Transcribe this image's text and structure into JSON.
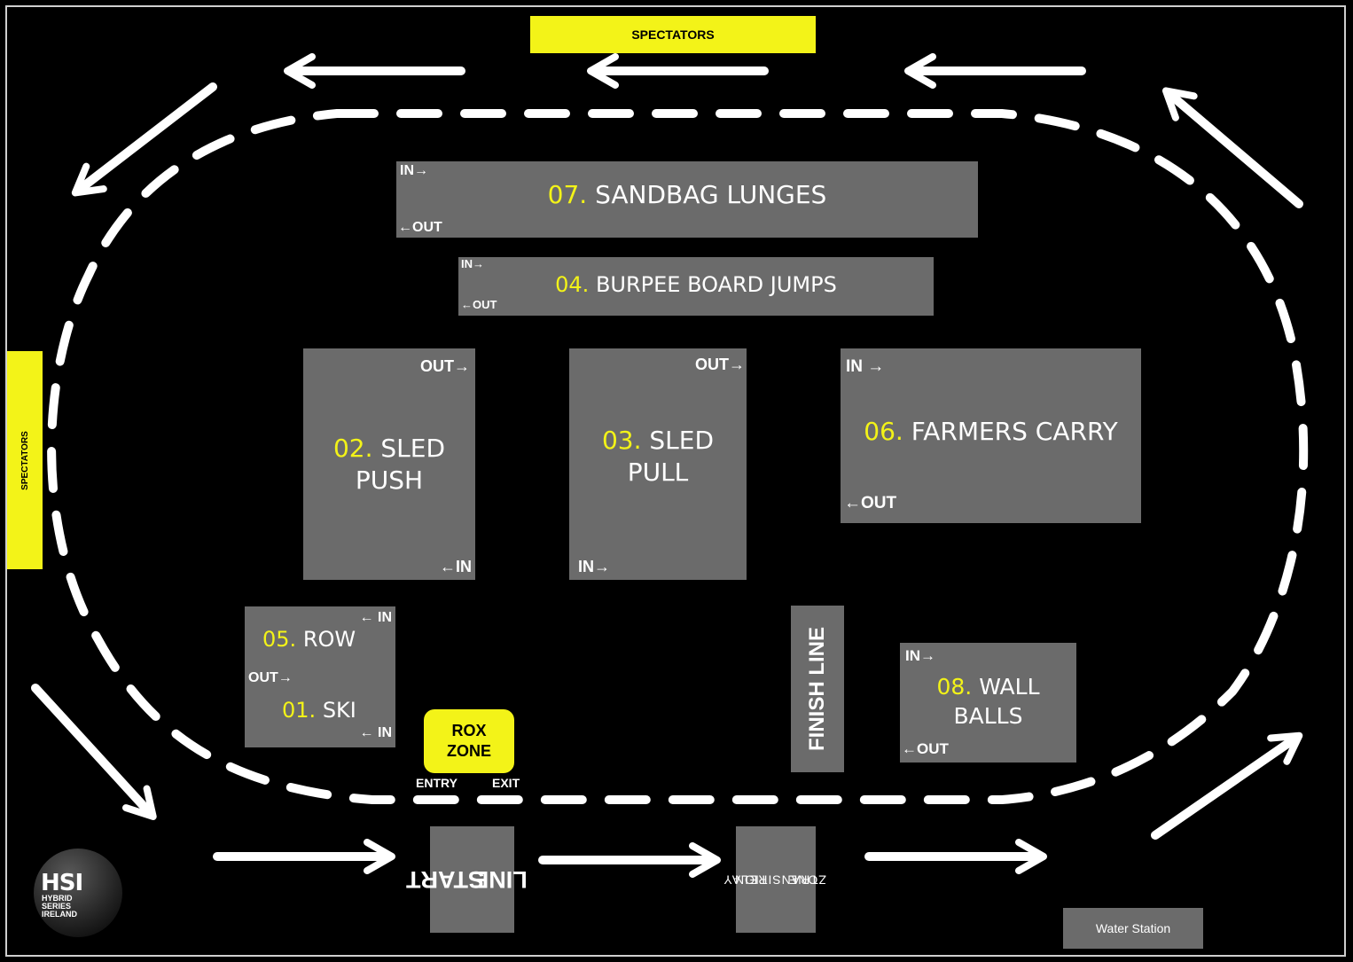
{
  "colors": {
    "accent": "#f3f318",
    "station": "#6b6b6b",
    "background": "#000000",
    "track": "#ffffff"
  },
  "spectators_top": "SPECTATORS",
  "spectators_left": "SPECTATORS",
  "stations": {
    "sandbag": {
      "num": "07.",
      "name": "SANDBAG LUNGES",
      "in": "IN→",
      "out": "←OUT"
    },
    "burpee": {
      "num": "04.",
      "name": "BURPEE BOARD JUMPS",
      "in": "IN→",
      "out": "←OUT"
    },
    "sled_push": {
      "num": "02.",
      "name_line1": "SLED",
      "name_line2": "PUSH",
      "out": "OUT→",
      "in": "←IN"
    },
    "sled_pull": {
      "num": "03.",
      "name_line1": "SLED",
      "name_line2": "PULL",
      "out": "OUT→",
      "in": "IN→"
    },
    "farmers": {
      "num": "06.",
      "name": "FARMERS CARRY",
      "in": "IN →",
      "out": "←OUT"
    },
    "row_ski": {
      "row_num": "05.",
      "row_name": "ROW",
      "ski_num": "01.",
      "ski_name": "SKI",
      "in_top": "← IN",
      "out": "OUT→",
      "in_bottom": "← IN"
    },
    "wall_balls": {
      "num": "08.",
      "name_line1": "WALL",
      "name_line2": "BALLS",
      "in": "IN→",
      "out": "←OUT"
    }
  },
  "rox_zone": {
    "line1": "ROX",
    "line2": "ZONE",
    "entry": "ENTRY",
    "exit": "EXIT"
  },
  "finish_line": "FINISH LINE",
  "start_line": {
    "line1": "START",
    "line2": "LINE"
  },
  "relay_zone": {
    "line1": "RELAY",
    "line2": "TRANSITION",
    "line3": "ZONE"
  },
  "water_station": "Water Station",
  "logo": {
    "text1": "HSI",
    "text2": "HYBRID",
    "text3": "SERIES",
    "text4": "IRELAND"
  }
}
